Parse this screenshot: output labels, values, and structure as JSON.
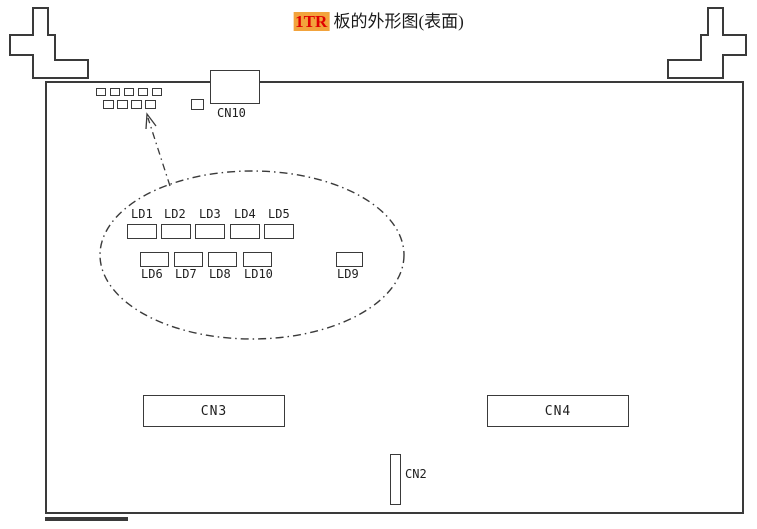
{
  "title": {
    "highlighted": "1TR",
    "text": " 板的外形图(表面)"
  },
  "board": {
    "connectors": {
      "cn10": {
        "label": "CN10"
      },
      "cn3": {
        "label": "CN3"
      },
      "cn4": {
        "label": "CN4"
      },
      "cn2": {
        "label": "CN2"
      }
    },
    "led_detail": {
      "top_row": [
        "LD1",
        "LD2",
        "LD3",
        "LD4",
        "LD5"
      ],
      "bottom_row": [
        "LD6",
        "LD7",
        "LD8",
        "LD10"
      ],
      "right": "LD9"
    }
  },
  "colors": {
    "line": "#3a3a3a",
    "title_highlight_bg": "#f2a33c",
    "title_highlight_text": "#e00000",
    "title_text": "#1a1a1a"
  }
}
